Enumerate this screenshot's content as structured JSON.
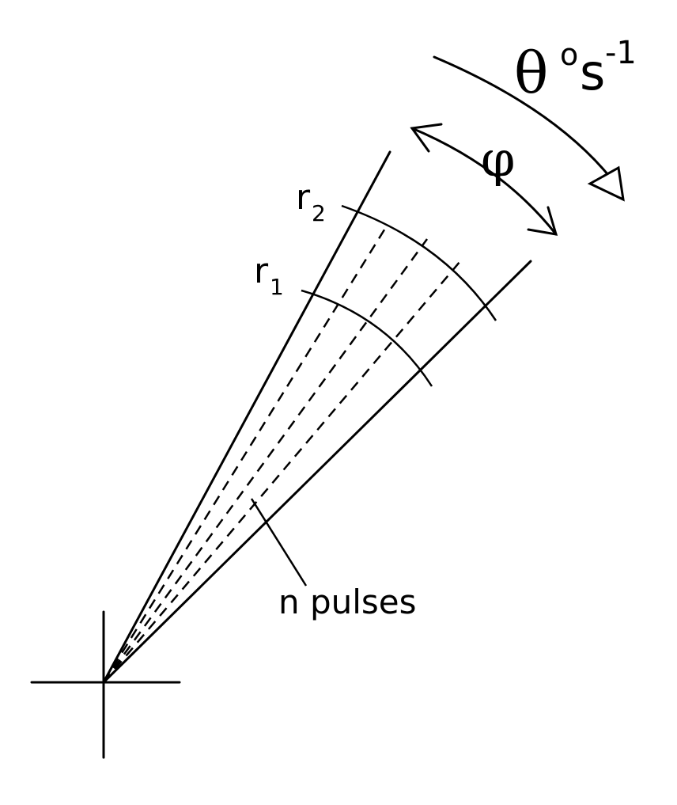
{
  "labels": {
    "rate": {
      "symbol": "θ",
      "degree": "o",
      "unit": "s",
      "exponent": "-1"
    },
    "beam_angle": "φ",
    "r2": {
      "main": "r",
      "sub": "2"
    },
    "r1": {
      "main": "r",
      "sub": "1"
    },
    "pulses": "n pulses"
  }
}
